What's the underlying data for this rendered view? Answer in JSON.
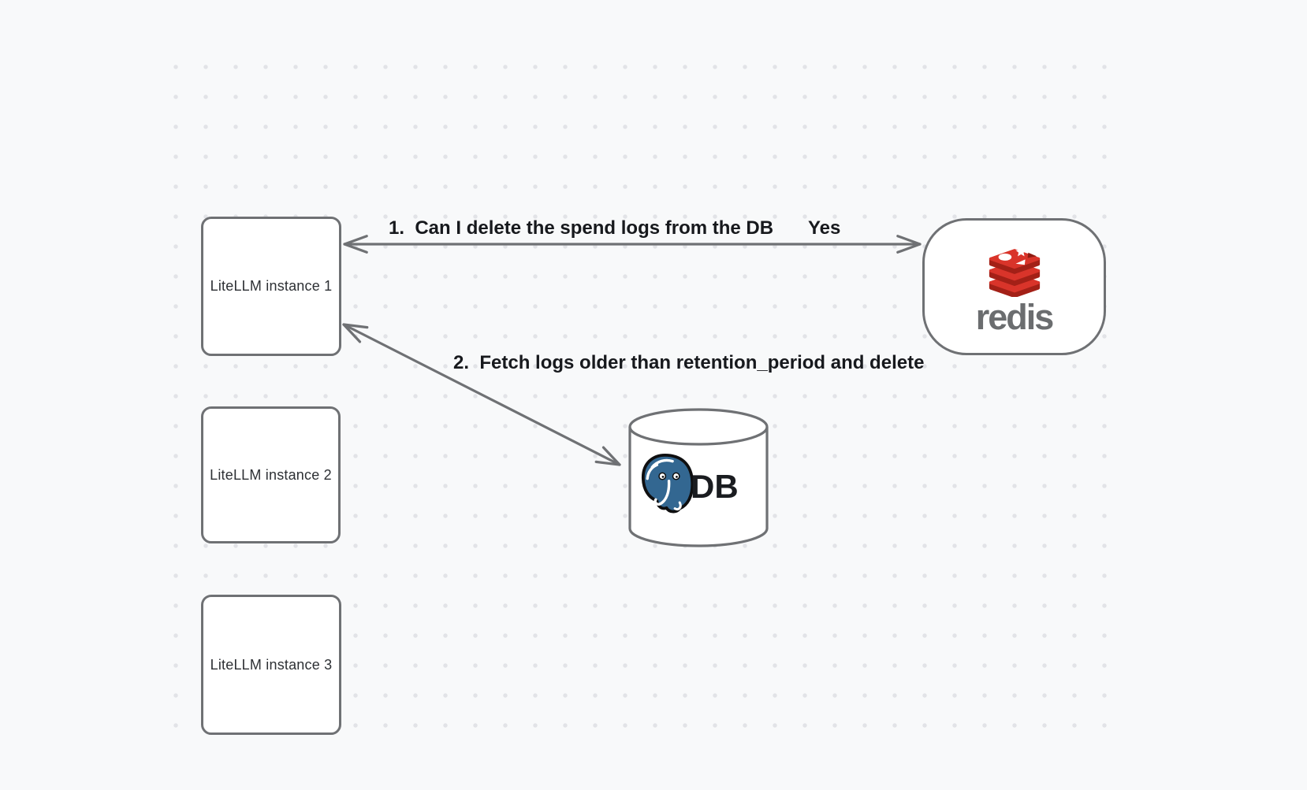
{
  "canvas": {
    "background": "#f8f9fa",
    "dot_color": "#e2e3e7",
    "stroke_color": "#6f7174"
  },
  "nodes": {
    "litellm_instances": [
      {
        "label": "LiteLLM instance 1"
      },
      {
        "label": "LiteLLM instance 2"
      },
      {
        "label": "LiteLLM instance 3"
      }
    ],
    "redis": {
      "wordmark": "redis",
      "icon": "redis-stack-icon",
      "brand_red": "#d9342a",
      "brand_dark_red": "#a32017",
      "wordmark_color": "#6b6d6f"
    },
    "database": {
      "label": "DB",
      "icon": "postgresql-elephant-icon",
      "postgres_blue": "#336791",
      "shape": "cylinder"
    }
  },
  "edges": [
    {
      "label": "1.  Can I delete the spend logs from the DB",
      "reply": "Yes",
      "from": "LiteLLM instance 1",
      "to": "redis",
      "direction": "bidirectional"
    },
    {
      "label": "2.  Fetch logs older than retention_period and delete",
      "from": "LiteLLM instance 1",
      "to": "DB",
      "direction": "bidirectional"
    }
  ]
}
